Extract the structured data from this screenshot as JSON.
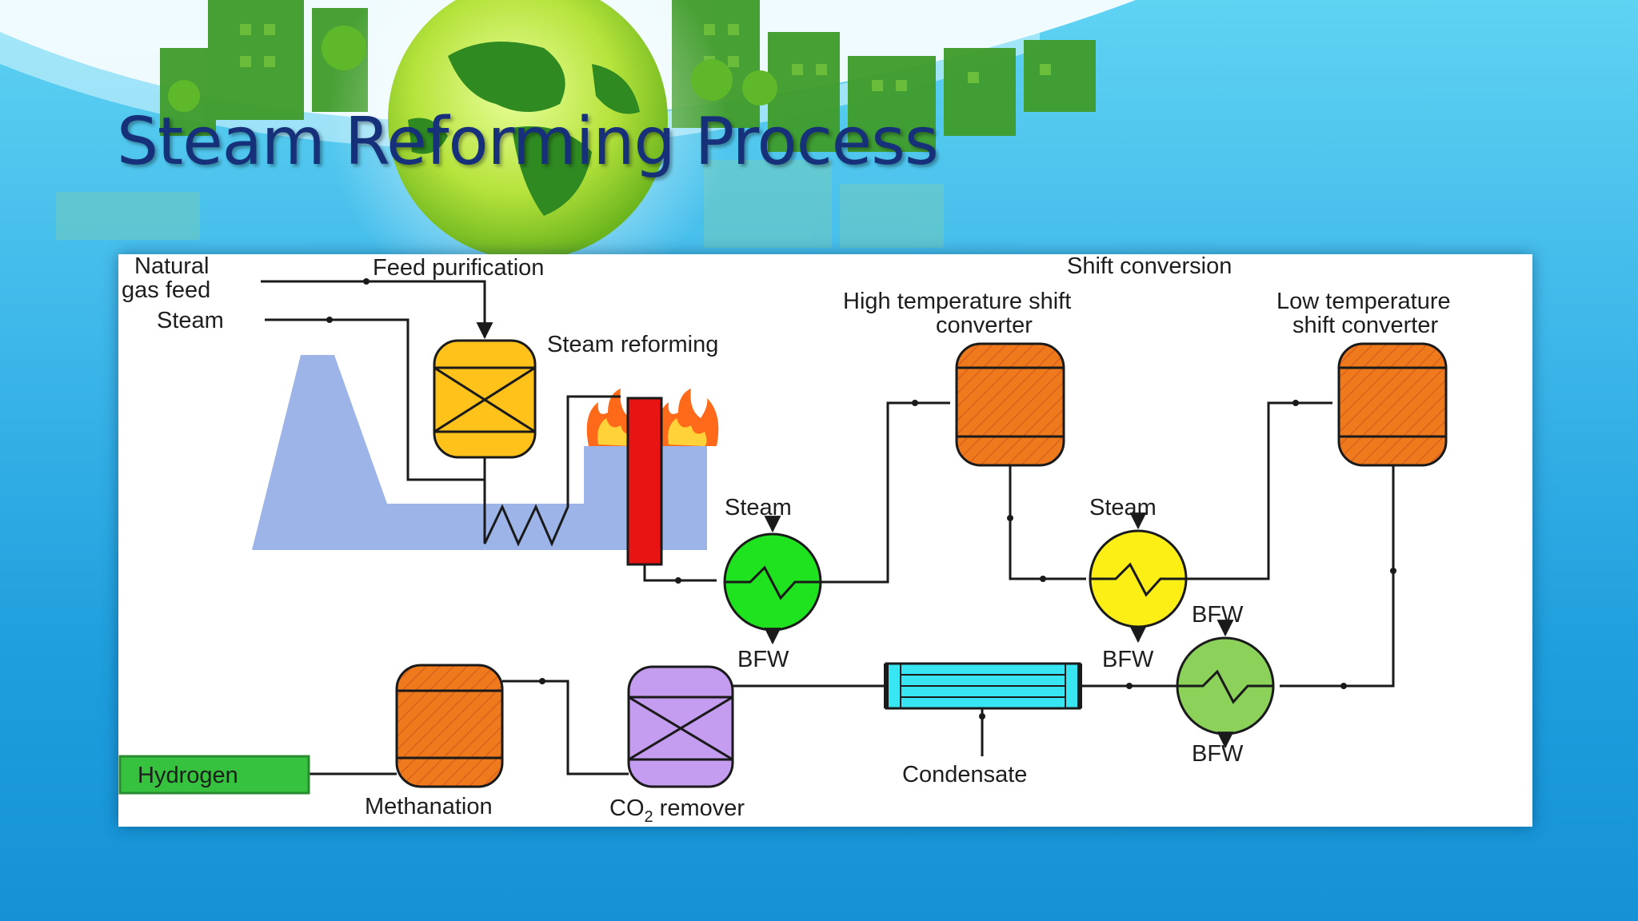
{
  "slide": {
    "title": "Steam Reforming Process"
  },
  "diagram": {
    "labels": {
      "natural_gas_feed_line1": "Natural",
      "natural_gas_feed_line2": "gas feed",
      "steam_inlet": "Steam",
      "feed_purification": "Feed purification",
      "steam_reforming": "Steam reforming",
      "shift_conversion": "Shift conversion",
      "hts_line1": "High temperature shift",
      "hts_line2": "converter",
      "lts_line1": "Low temperature",
      "lts_line2": "shift converter",
      "steam_hx1": "Steam",
      "bfw_hx1": "BFW",
      "steam_hx2": "Steam",
      "bfw_hx2": "BFW",
      "bfw_hx3_top": "BFW",
      "bfw_hx3_bottom": "BFW",
      "condensate": "Condensate",
      "hydrogen": "Hydrogen",
      "methanation": "Methanation",
      "co2_remover_prefix": "CO",
      "co2_remover_sub": "2",
      "co2_remover_suffix": " remover"
    },
    "colors": {
      "feed_purifier": "#ffc21a",
      "shift_converter": "#ef7a1e",
      "methanator": "#ef7a1e",
      "co2_remover": "#c49cf0",
      "hx_high_temp": "#1fe31f",
      "hx_low_temp": "#fbef16",
      "hx_bfw": "#8bd15a",
      "condenser": "#37e6f2",
      "reformer_tube": "#e81414",
      "furnace": "#9cb4e8",
      "hydrogen_box": "#36c23e"
    }
  }
}
